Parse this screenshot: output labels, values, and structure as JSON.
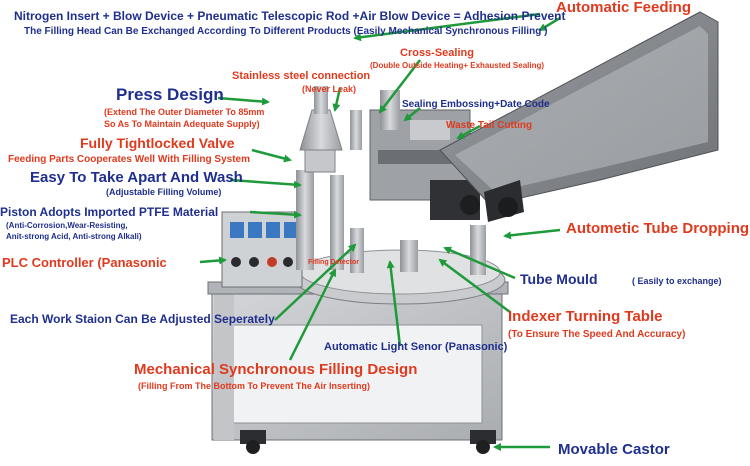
{
  "labels": {
    "nitrogen_insert": "Nitrogen Insert + Blow Device + Pneumatic Telescopic Rod +Air Blow Device = Adhesion Prevent",
    "filling_head": "The Filling Head Can Be Exchanged According To Different Products (Easily Mechanical Synchronous Filling )",
    "automatic_feeding": "Automatic Feeding",
    "cross_sealing": "Cross-Sealing",
    "cross_sealing_sub": "(Double Outside Heating+ Exhausted Sealing)",
    "stainless_steel": "Stainless steel connection",
    "never_leak": "(Never Leak)",
    "press_design": "Press Design",
    "press_sub1": "(Extend The Outer Diameter To 85mm",
    "press_sub2": "So As To Maintain Adequate Supply)",
    "sealing_embossing": "Sealing Embossing+Date Code",
    "waste_tail": "Waste Tail Cutting",
    "tightlocked_valve": "Fully Tightlocked Valve",
    "feeding_parts": "Feeding Parts Cooperates Well With Filling System",
    "easy_apart": "Easy To Take Apart And Wash",
    "adjustable_volume": "(Adjustable Filling Volume)",
    "piston_ptfe": "Piston Adopts Imported  PTFE Material",
    "anti_corrosion": "(Anti-Corrosion,Wear-Resisting,",
    "anti_acid": "Anit-strong Acid, Anti-strong Alkali)",
    "plc_controller": "PLC Controller (Panasonic",
    "filling_detector": "Filling Detector",
    "automatic_tube_dropping": "Autometic Tube Dropping",
    "tube_mould": "Tube Mould",
    "tube_mould_sub": "( Easily to exchange)",
    "each_work_station": "Each Work Staion Can Be Adjusted Seperately",
    "indexer_table": "Indexer Turning Table",
    "indexer_sub": "(To Ensure The Speed And Accuracy)",
    "light_sensor": "Automatic Light Senor (Panasonic)",
    "mechanical_sync": "Mechanical Synchronous Filling Design",
    "mechanical_sync_sub": "(Filling From The Bottom To Prevent The Air Inserting)",
    "movable_castor": "Movable Castor"
  },
  "colors": {
    "navy_text": "#1f2f8f",
    "red_text": "#e03a1e",
    "arrow_green": "#1f9a3a",
    "machine_steel": "#b9bcc0",
    "machine_dark": "#3a3c40"
  },
  "icons": {
    "arrows": "green-pointer-arrow"
  }
}
